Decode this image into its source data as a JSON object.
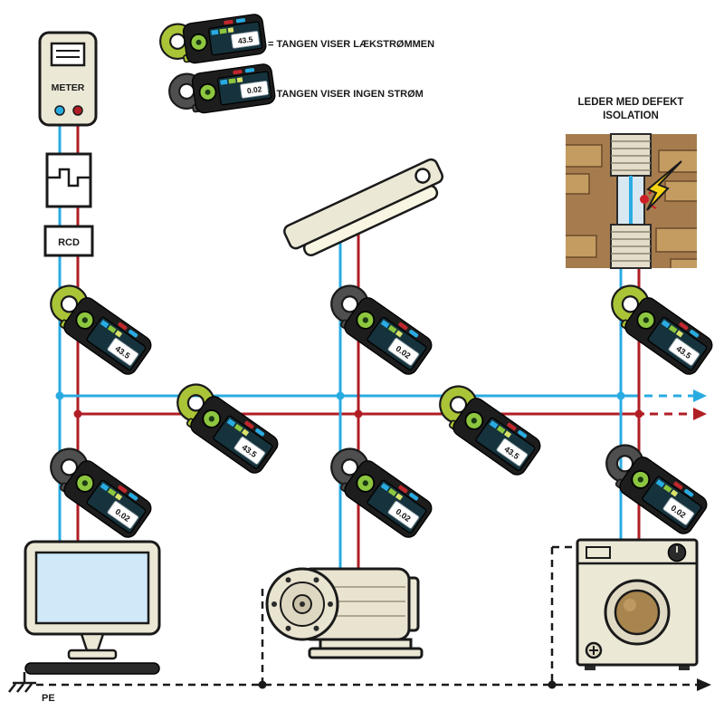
{
  "legend": {
    "items": [
      {
        "type": "leak",
        "reading": "43.5",
        "label": "=  TANGEN VISER LÆKSTRØMMEN"
      },
      {
        "type": "none",
        "reading": "0.02",
        "label": "=  TANGEN VISER INGEN STRØM"
      }
    ]
  },
  "labels": {
    "meter": "METER",
    "rcd": "RCD",
    "pe": "PE",
    "defect_line1": "LEDER MED DEFEKT",
    "defect_line2": "ISOLATION"
  },
  "clamps": [
    {
      "id": "feed-upper",
      "type": "leak",
      "reading": "43.5"
    },
    {
      "id": "feed-lower",
      "type": "none",
      "reading": "0.02"
    },
    {
      "id": "bus-left",
      "type": "leak",
      "reading": "43.5"
    },
    {
      "id": "lamp-branch-upper",
      "type": "none",
      "reading": "0.02"
    },
    {
      "id": "motor-branch-lower",
      "type": "none",
      "reading": "0.02"
    },
    {
      "id": "bus-right",
      "type": "leak",
      "reading": "43.5"
    },
    {
      "id": "defect-branch-upper",
      "type": "leak",
      "reading": "43.5"
    },
    {
      "id": "washer-branch-lower",
      "type": "none",
      "reading": "0.02"
    }
  ],
  "colors": {
    "wire_blue": "#29abe2",
    "wire_red": "#b01e24",
    "clamp_ring_leak": "#a9c437",
    "clamp_ring_none": "#4f4f4f",
    "device_cream": "#ece8d6",
    "wall_brown": "#a67c4e",
    "brick": "#c49c62",
    "lightning_yellow": "#f6d313",
    "screen_blue": "#cfe9f8"
  },
  "icons": {
    "monitor": "computer-monitor",
    "motor": "electric-motor",
    "washer": "washing-machine",
    "lamp": "fluorescent-lamp",
    "ground": "earth-ground-symbol"
  }
}
